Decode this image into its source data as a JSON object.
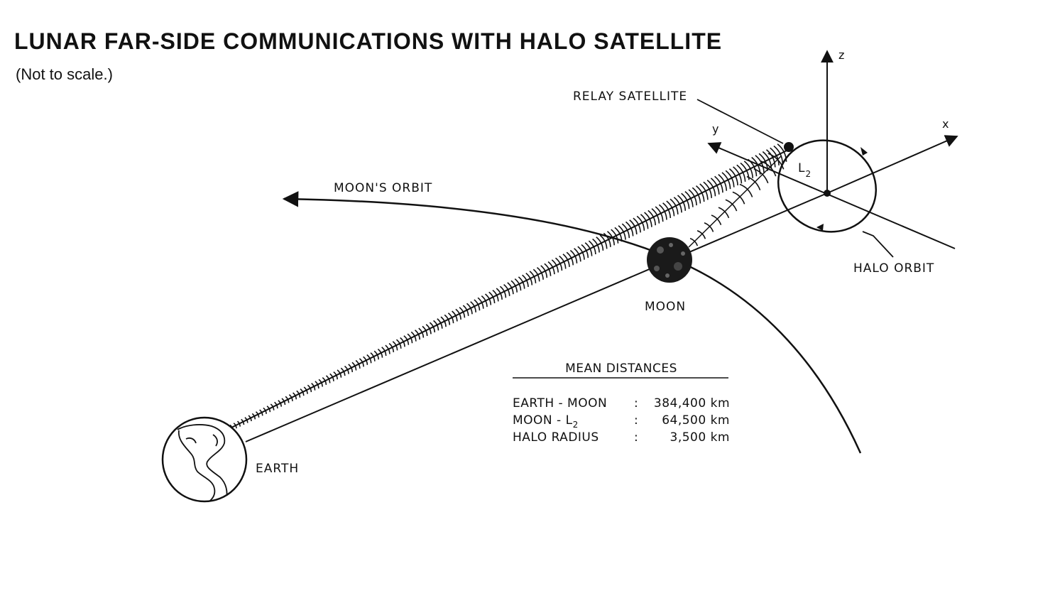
{
  "title": "LUNAR FAR-SIDE COMMUNICATIONS WITH HALO SATELLITE",
  "subtitle": "(Not to scale.)",
  "labels": {
    "relay_satellite": "RELAY SATELLITE",
    "moons_orbit": "MOON'S ORBIT",
    "moon": "MOON",
    "earth": "EARTH",
    "halo_orbit": "HALO ORBIT",
    "l2_letter": "L",
    "l2_sub": "2"
  },
  "axes": {
    "x": "x",
    "y": "y",
    "z": "z"
  },
  "distances": {
    "heading": "MEAN DISTANCES",
    "rows": [
      {
        "label": "EARTH - MOON",
        "label_sub": "",
        "sep": ":",
        "value": "384,400 km"
      },
      {
        "label": "MOON - L",
        "label_sub": "2",
        "sep": ":",
        "value": "64,500 km"
      },
      {
        "label": "HALO RADIUS",
        "label_sub": "",
        "sep": ":",
        "value": "3,500 km"
      }
    ]
  }
}
